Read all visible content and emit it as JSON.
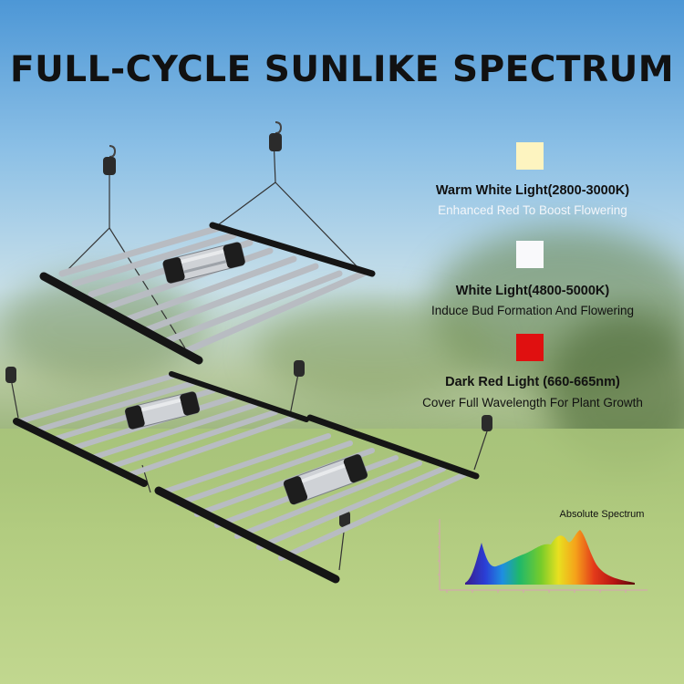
{
  "title": "FULL-CYCLE SUNLIKE SPECTRUM",
  "features": [
    {
      "label": "Warm White Light(2800-3000K)",
      "description": "Enhanced Red To Boost Flowering",
      "swatch": "#fdf4c0"
    },
    {
      "label": "White Light(4800-5000K)",
      "description": "Induce Bud Formation And Flowering",
      "swatch": "#f9f9fb"
    },
    {
      "label": "Dark Red Light (660-665nm)",
      "description": "Cover Full Wavelength For Plant Growth",
      "swatch": "#e01010"
    }
  ],
  "spectrum": {
    "title": "Absolute Spectrum"
  }
}
